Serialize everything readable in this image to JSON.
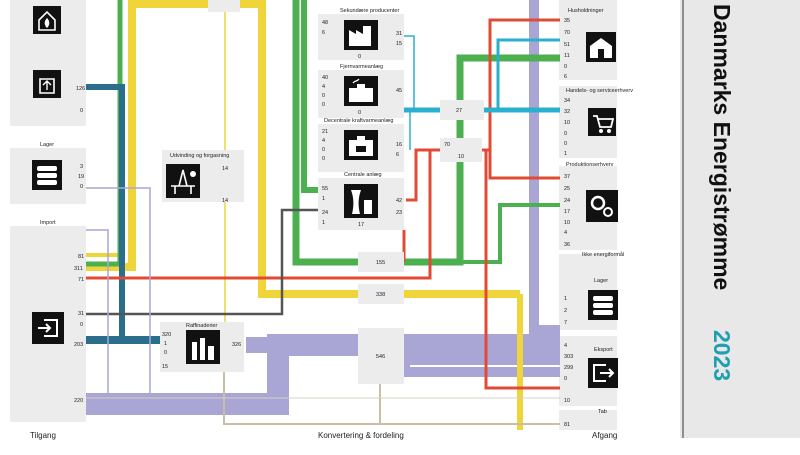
{
  "title": {
    "main": "Danmarks Energistrømme",
    "year": "2023"
  },
  "footer": {
    "left": "Tilgang",
    "center": "Konvertering & fordeling",
    "right": "Afgang"
  },
  "colors": {
    "oil": "#f2cf2a",
    "gas": "#efd43a",
    "renew": "#4caf50",
    "coal": "#2a6e8c",
    "electricity": "#e04b36",
    "heat": "#2ab0cf",
    "waste": "#9a9a9a",
    "lilac": "#a9a6d6",
    "ink": "#222222"
  },
  "icons": {
    "production": "fire-icon",
    "renewable": "recycle-icon",
    "storage": "stack-icon",
    "import": "import-icon",
    "extraction": "oil-platform-icon",
    "refinery": "refinery-icon",
    "power_plant": "power-plant-icon",
    "households": "house-icon",
    "trade": "shopping-cart-icon",
    "production_industry": "gears-icon",
    "export": "export-icon"
  },
  "left": {
    "lager_label": "Lager",
    "import_label": "Import",
    "values_top": [
      "126",
      "0"
    ],
    "values_lager": [
      "3",
      "19",
      "0"
    ],
    "values_import": [
      "81",
      "311",
      "71",
      "31",
      "0",
      "203",
      "220"
    ]
  },
  "middle": {
    "extraction_label": "Udvinding og forgasning",
    "extraction_values": [
      "14",
      "14"
    ],
    "refinery_label": "Raffinaderier",
    "refinery_values": [
      "320",
      "1",
      "0",
      "15",
      "326"
    ],
    "nodes": [
      {
        "label": "Sekundære producenter",
        "left": [
          "48",
          "6"
        ],
        "right": [
          "31",
          "15"
        ],
        "bottom": "0"
      },
      {
        "label": "Fjernvarmeanlæg",
        "left": [
          "40",
          "4",
          "0",
          "0"
        ],
        "right": [
          "45"
        ],
        "bottom": "0"
      },
      {
        "label": "Decentrale kraftvarmeanlæg",
        "left": [
          "21",
          "4",
          "0",
          "0"
        ],
        "right": [
          "16",
          "6"
        ],
        "bottom": ""
      },
      {
        "label": "Centrale anlæg",
        "left": [
          "55",
          "1",
          "24",
          "1"
        ],
        "right": [
          "42",
          "23"
        ],
        "bottom": "17"
      }
    ],
    "hub_values": [
      "27",
      "70",
      "10",
      "155",
      "338",
      "546"
    ]
  },
  "right": {
    "households_label": "Husholdninger",
    "households_values": [
      "35",
      "70",
      "51",
      "11",
      "0",
      "6"
    ],
    "trade_label": "Handels- og serviceerhverv",
    "trade_values": [
      "34",
      "32",
      "10",
      "0",
      "0",
      "1"
    ],
    "production_label": "Produktionserhverv",
    "production_values": [
      "37",
      "25",
      "24",
      "17",
      "10",
      "4",
      "36"
    ],
    "other_label": "Ikke energiformål",
    "lager_label": "Lager",
    "lager_values": [
      "1",
      "2",
      "7"
    ],
    "export_label": "Eksport",
    "export_values": [
      "4",
      "303",
      "299",
      "0",
      "10"
    ],
    "loss_label": "Tab",
    "loss_values": [
      "81"
    ]
  }
}
